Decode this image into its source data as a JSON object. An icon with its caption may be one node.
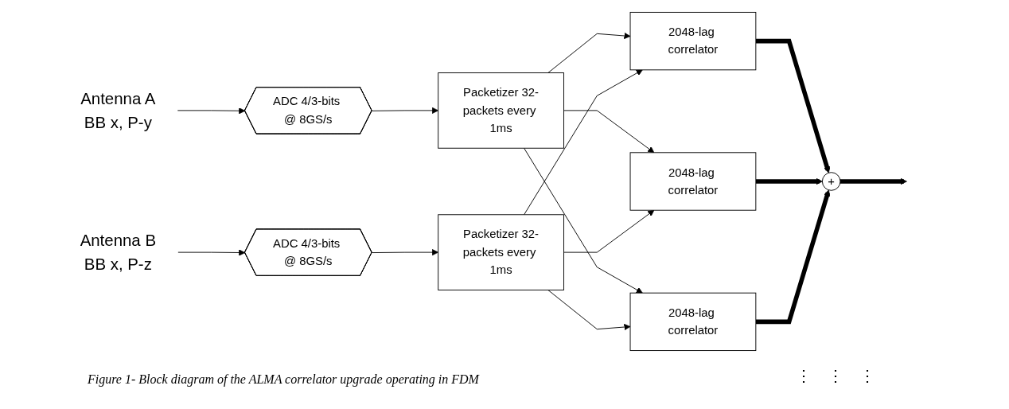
{
  "diagram": {
    "caption": "Figure 1- Block diagram of the ALMA correlator upgrade operating in FDM",
    "nodes": [
      {
        "text": [
          "Antenna A",
          "BB x, P-y"
        ]
      },
      {
        "text": [
          "ADC 4/3-bits @ 8GS/s"
        ]
      },
      {
        "text": [
          "Packetizer 32-packets every 1ms"
        ]
      },
      {
        "text": [
          "Antenna B",
          "BB x, P-z"
        ]
      },
      {
        "text": [
          "ADC 4/3-bits @ 8GS/s"
        ]
      },
      {
        "text": [
          "Packetizer 32-packets every 1ms"
        ]
      },
      {
        "text": [
          "2048-lag correlator"
        ]
      },
      {
        "text": [
          "2048-lag correlator"
        ]
      },
      {
        "text": [
          "2048-lag correlator"
        ]
      },
      {
        "text": [
          "+"
        ]
      }
    ],
    "edges": [
      {
        "from": 0,
        "to": 1,
        "arrow": "to"
      },
      {
        "from": 1,
        "to": 2,
        "arrow": "to"
      },
      {
        "from": 3,
        "to": 4,
        "arrow": "to"
      },
      {
        "from": 4,
        "to": 5,
        "arrow": "to"
      },
      {
        "from": 2,
        "to": 6,
        "arrow": "to"
      },
      {
        "from": 2,
        "to": 7,
        "arrow": "to"
      },
      {
        "from": 2,
        "to": 8,
        "arrow": "to"
      },
      {
        "from": 5,
        "to": 6,
        "arrow": "to"
      },
      {
        "from": 5,
        "to": 7,
        "arrow": "to"
      },
      {
        "from": 5,
        "to": 8,
        "arrow": "to"
      },
      {
        "from": 6,
        "to": 9,
        "arrow": "to",
        "style": "thick"
      },
      {
        "from": 7,
        "to": 9,
        "arrow": "to",
        "style": "thick"
      },
      {
        "from": 8,
        "to": 9,
        "arrow": "to",
        "style": "thick"
      },
      {
        "from": 9,
        "to": null,
        "arrow": "to",
        "style": "thick"
      }
    ],
    "labels": [
      "⋮",
      "⋮",
      "⋮"
    ]
  }
}
